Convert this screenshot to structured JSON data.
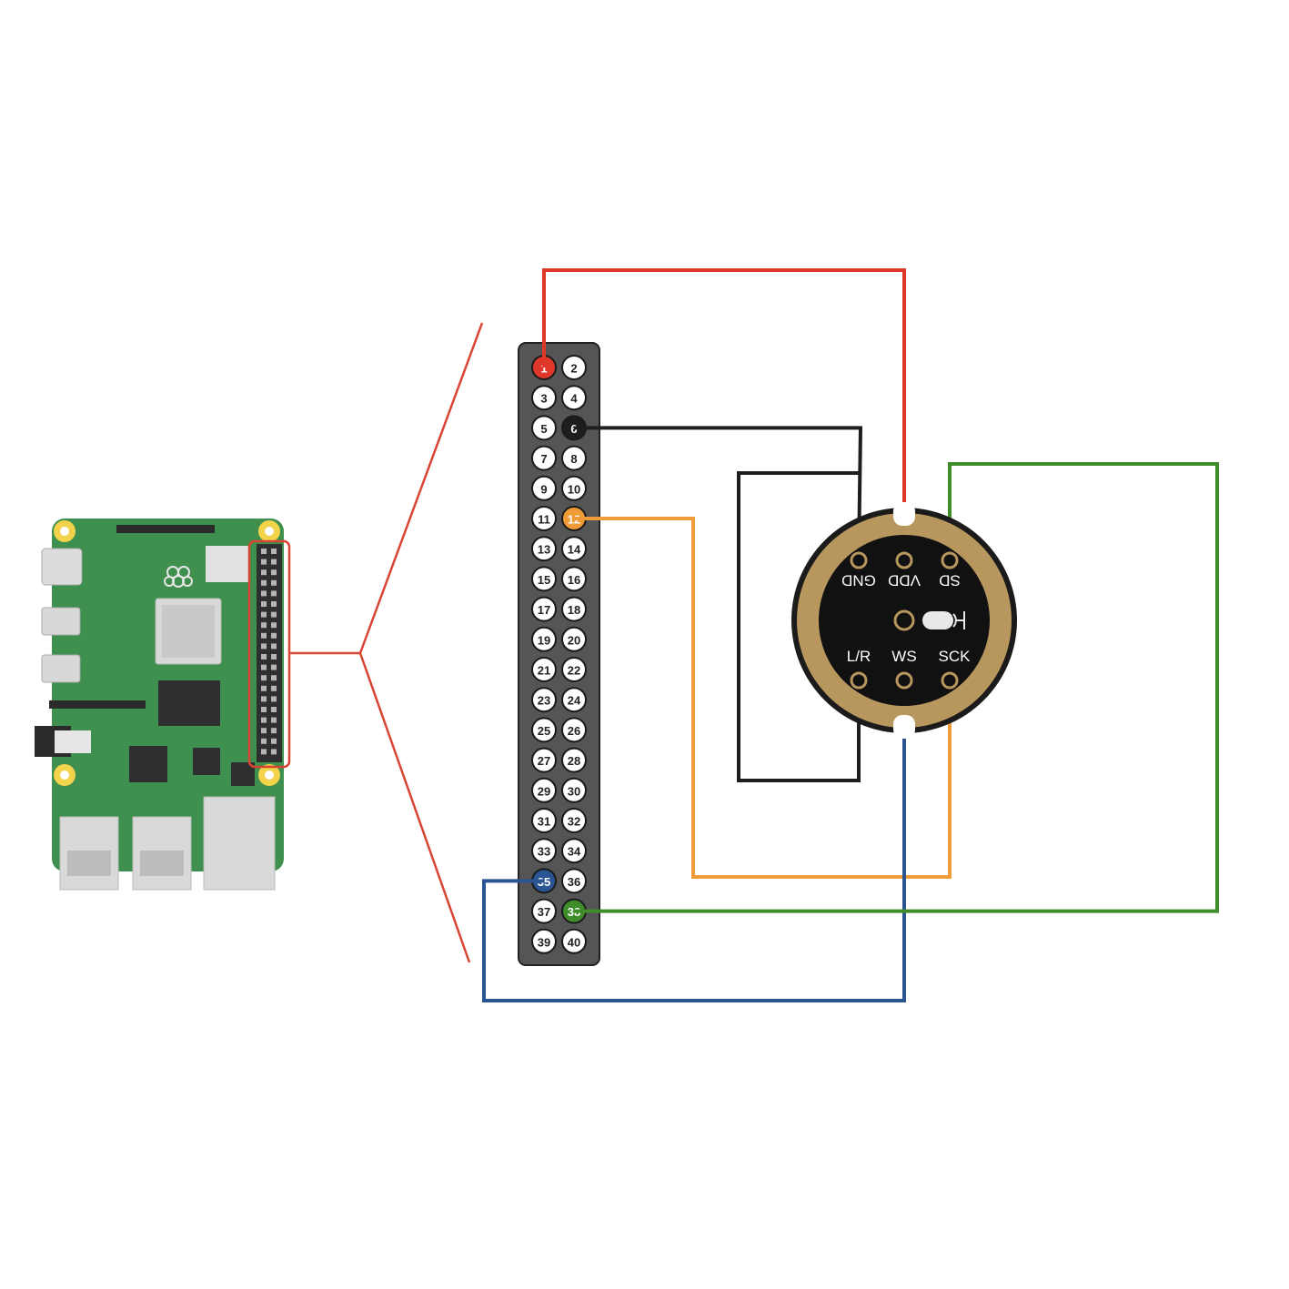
{
  "header": {
    "pins": [
      {
        "number": "1",
        "color": "#e0372b"
      },
      {
        "number": "2",
        "color": "#ffffff"
      },
      {
        "number": "3",
        "color": "#ffffff"
      },
      {
        "number": "4",
        "color": "#ffffff"
      },
      {
        "number": "5",
        "color": "#ffffff"
      },
      {
        "number": "6",
        "color": "#1e1e1e"
      },
      {
        "number": "7",
        "color": "#ffffff"
      },
      {
        "number": "8",
        "color": "#ffffff"
      },
      {
        "number": "9",
        "color": "#ffffff"
      },
      {
        "number": "10",
        "color": "#ffffff"
      },
      {
        "number": "11",
        "color": "#ffffff"
      },
      {
        "number": "12",
        "color": "#ef9b37"
      },
      {
        "number": "13",
        "color": "#ffffff"
      },
      {
        "number": "14",
        "color": "#ffffff"
      },
      {
        "number": "15",
        "color": "#ffffff"
      },
      {
        "number": "16",
        "color": "#ffffff"
      },
      {
        "number": "17",
        "color": "#ffffff"
      },
      {
        "number": "18",
        "color": "#ffffff"
      },
      {
        "number": "19",
        "color": "#ffffff"
      },
      {
        "number": "20",
        "color": "#ffffff"
      },
      {
        "number": "21",
        "color": "#ffffff"
      },
      {
        "number": "22",
        "color": "#ffffff"
      },
      {
        "number": "23",
        "color": "#ffffff"
      },
      {
        "number": "24",
        "color": "#ffffff"
      },
      {
        "number": "25",
        "color": "#ffffff"
      },
      {
        "number": "26",
        "color": "#ffffff"
      },
      {
        "number": "27",
        "color": "#ffffff"
      },
      {
        "number": "28",
        "color": "#ffffff"
      },
      {
        "number": "29",
        "color": "#ffffff"
      },
      {
        "number": "30",
        "color": "#ffffff"
      },
      {
        "number": "31",
        "color": "#ffffff"
      },
      {
        "number": "32",
        "color": "#ffffff"
      },
      {
        "number": "33",
        "color": "#ffffff"
      },
      {
        "number": "34",
        "color": "#ffffff"
      },
      {
        "number": "35",
        "color": "#2a5592"
      },
      {
        "number": "36",
        "color": "#ffffff"
      },
      {
        "number": "37",
        "color": "#ffffff"
      },
      {
        "number": "38",
        "color": "#3f8c2a"
      },
      {
        "number": "39",
        "color": "#ffffff"
      },
      {
        "number": "40",
        "color": "#ffffff"
      }
    ]
  },
  "mic": {
    "top_labels": [
      "GND",
      "VDD",
      "SD"
    ],
    "bottom_labels": [
      "L/R",
      "WS",
      "SCK"
    ]
  },
  "wires": [
    {
      "name": "vdd-wire",
      "color": "#e0372b",
      "from": "1",
      "to": "VDD"
    },
    {
      "name": "gnd-wire",
      "color": "#1e1e1e",
      "from": "6",
      "to": "GND"
    },
    {
      "name": "lr-wire",
      "color": "#1e1e1e",
      "from": "GND",
      "to": "L/R"
    },
    {
      "name": "sck-wire",
      "color": "#ef9b37",
      "from": "12",
      "to": "SCK"
    },
    {
      "name": "ws-wire",
      "color": "#2a5592",
      "from": "35",
      "to": "WS"
    },
    {
      "name": "sd-wire",
      "color": "#3f8c2a",
      "from": "38",
      "to": "SD"
    }
  ],
  "colors": {
    "board_green": "#3f8f4e",
    "header_gray": "#555555",
    "callout_red": "#d94535",
    "mic_ring": "#b8975f"
  }
}
